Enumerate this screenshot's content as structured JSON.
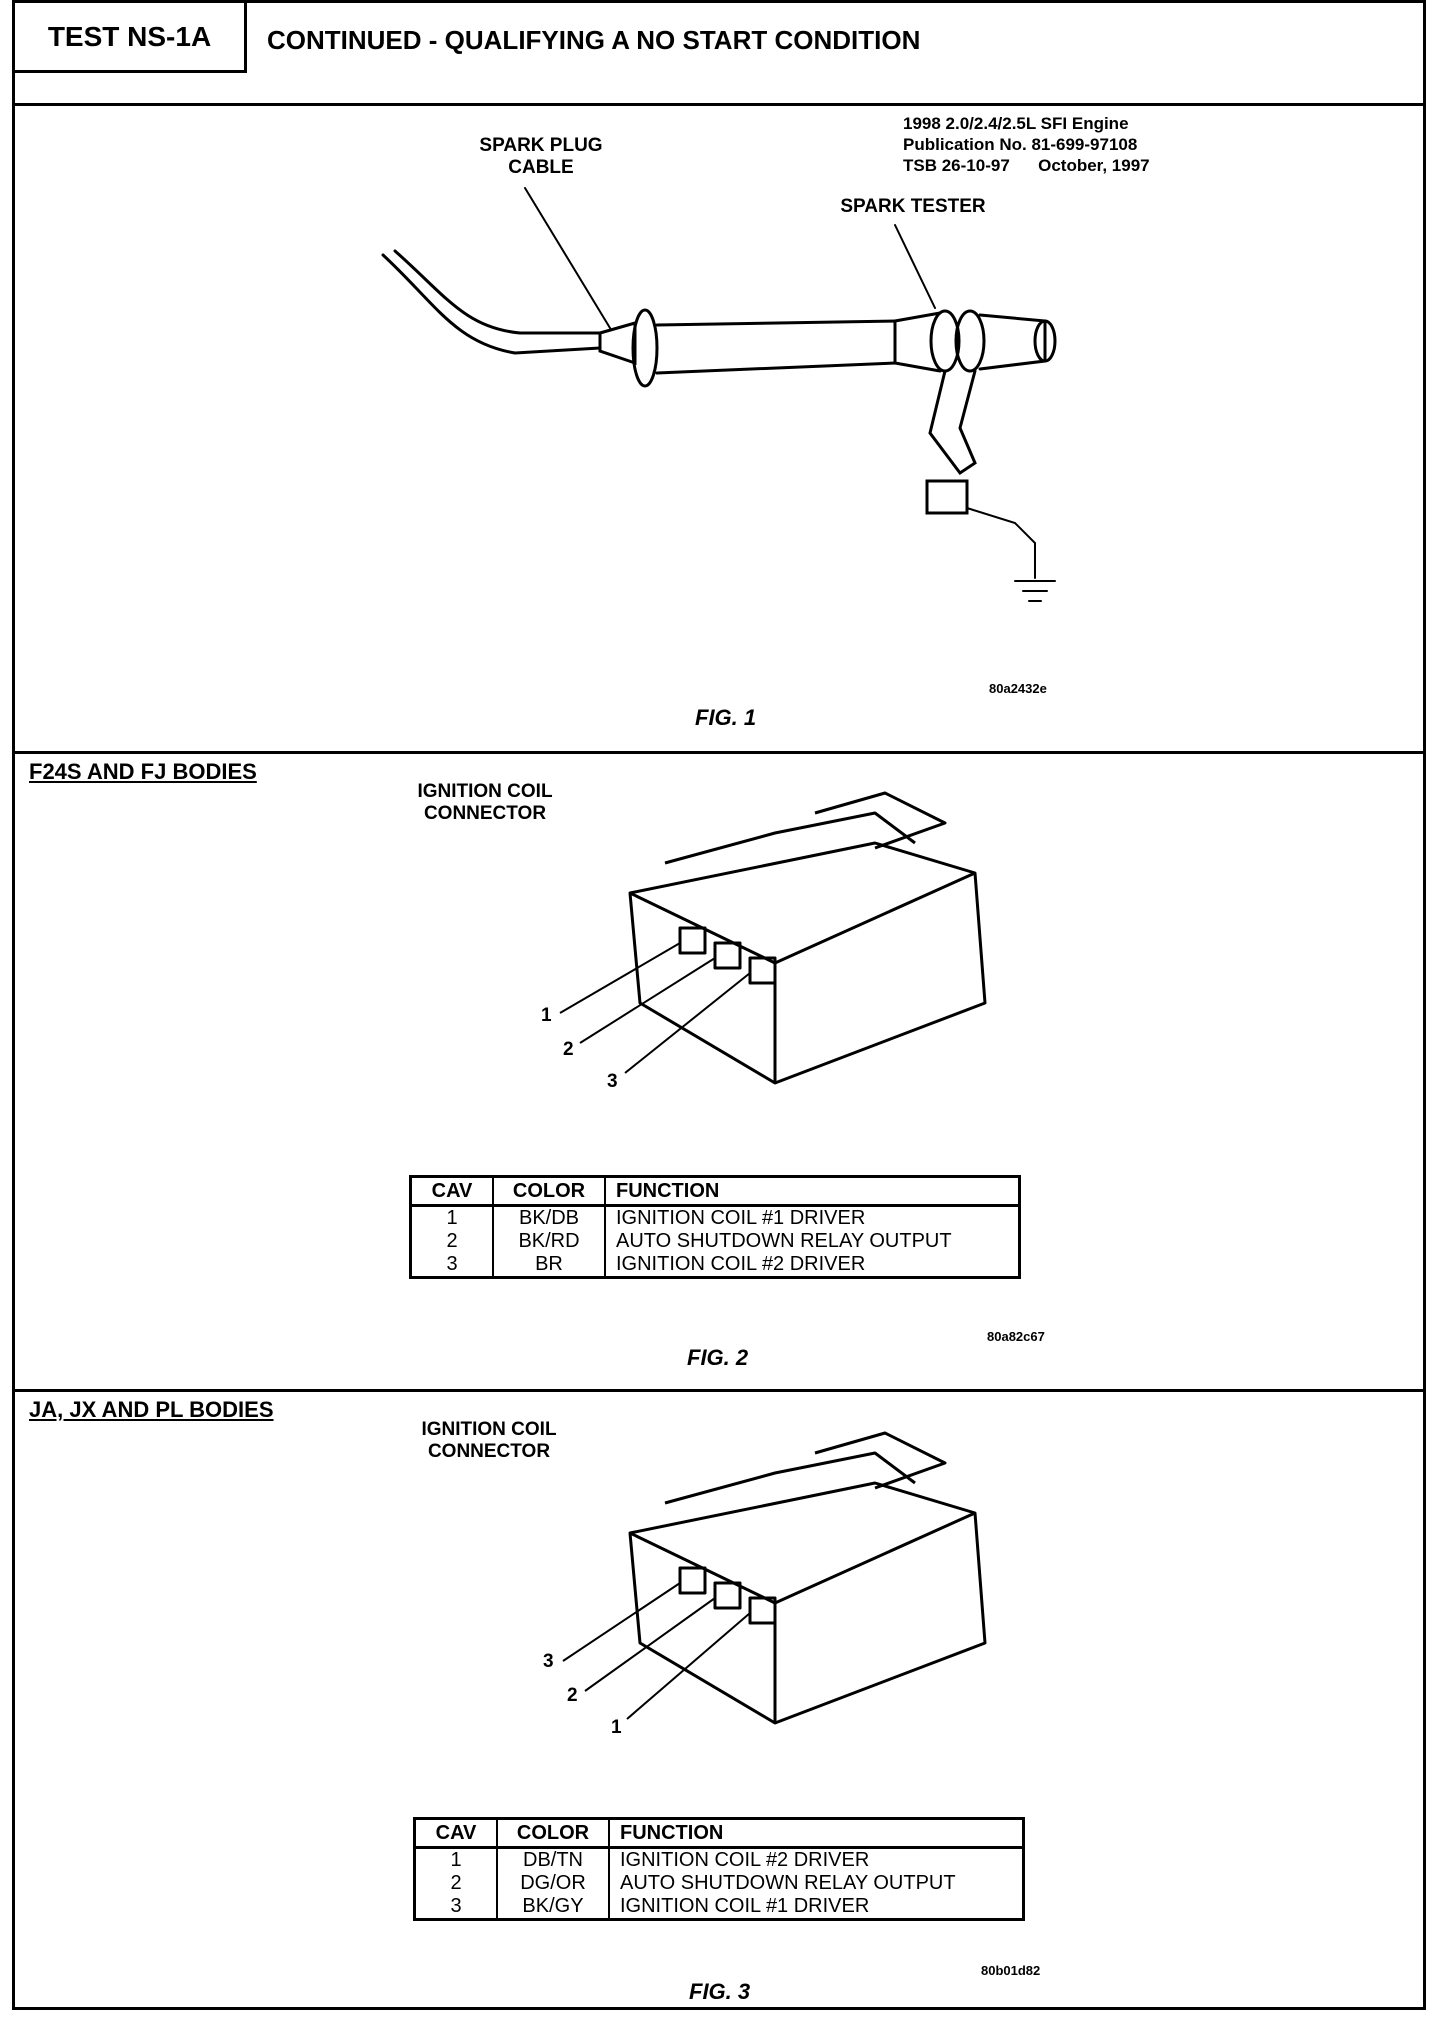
{
  "header": {
    "test_id": "TEST NS-1A",
    "title": "CONTINUED - QUALIFYING A NO START CONDITION"
  },
  "fig1": {
    "pub_lines": [
      "1998 2.0/2.4/2.5L SFI Engine",
      "Publication No. 81-699-97108",
      "TSB 26-10-97      October, 1997"
    ],
    "label_cable_1": "SPARK PLUG",
    "label_cable_2": "CABLE",
    "label_tester": "SPARK TESTER",
    "image_code": "80a2432e",
    "caption": "FIG. 1"
  },
  "fig2": {
    "section_title": "F24S AND FJ BODIES",
    "connector_label_1": "IGNITION COIL",
    "connector_label_2": "CONNECTOR",
    "pin_labels": [
      "1",
      "2",
      "3"
    ],
    "table": {
      "headers": [
        "CAV",
        "COLOR",
        "FUNCTION"
      ],
      "rows": [
        [
          "1",
          "BK/DB",
          "IGNITION COIL #1 DRIVER"
        ],
        [
          "2",
          "BK/RD",
          "AUTO SHUTDOWN RELAY OUTPUT"
        ],
        [
          "3",
          "BR",
          "IGNITION COIL #2 DRIVER"
        ]
      ]
    },
    "image_code": "80a82c67",
    "caption": "FIG. 2"
  },
  "fig3": {
    "section_title": "JA, JX AND PL BODIES",
    "connector_label_1": "IGNITION COIL",
    "connector_label_2": "CONNECTOR",
    "pin_labels": [
      "3",
      "2",
      "1"
    ],
    "table": {
      "headers": [
        "CAV",
        "COLOR",
        "FUNCTION"
      ],
      "rows": [
        [
          "1",
          "DB/TN",
          "IGNITION COIL #2 DRIVER"
        ],
        [
          "2",
          "DG/OR",
          "AUTO SHUTDOWN RELAY OUTPUT"
        ],
        [
          "3",
          "BK/GY",
          "IGNITION COIL #1 DRIVER"
        ]
      ]
    },
    "image_code": "80b01d82",
    "caption": "FIG. 3"
  }
}
